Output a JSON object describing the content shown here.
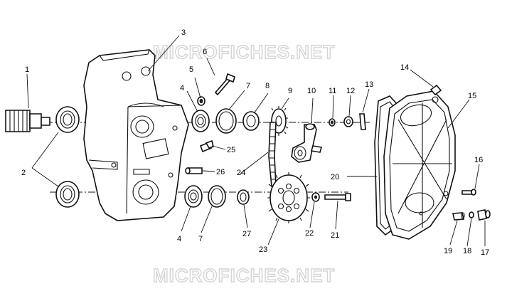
{
  "watermark": {
    "top": "MICROFICHES.NET",
    "bottom": "MICROFICHES.NET"
  },
  "callouts": [
    {
      "id": "c1",
      "label": "1"
    },
    {
      "id": "c2",
      "label": "2"
    },
    {
      "id": "c3",
      "label": "3"
    },
    {
      "id": "c4a",
      "label": "4"
    },
    {
      "id": "c4b",
      "label": "4"
    },
    {
      "id": "c5",
      "label": "5"
    },
    {
      "id": "c6",
      "label": "6"
    },
    {
      "id": "c7a",
      "label": "7"
    },
    {
      "id": "c7b",
      "label": "7"
    },
    {
      "id": "c8",
      "label": "8"
    },
    {
      "id": "c9",
      "label": "9"
    },
    {
      "id": "c10",
      "label": "10"
    },
    {
      "id": "c11",
      "label": "11"
    },
    {
      "id": "c12",
      "label": "12"
    },
    {
      "id": "c13",
      "label": "13"
    },
    {
      "id": "c14",
      "label": "14"
    },
    {
      "id": "c15",
      "label": "15"
    },
    {
      "id": "c16",
      "label": "16"
    },
    {
      "id": "c17",
      "label": "17"
    },
    {
      "id": "c18",
      "label": "18"
    },
    {
      "id": "c19",
      "label": "19"
    },
    {
      "id": "c20",
      "label": "20"
    },
    {
      "id": "c21",
      "label": "21"
    },
    {
      "id": "c22",
      "label": "22"
    },
    {
      "id": "c23",
      "label": "23"
    },
    {
      "id": "c24",
      "label": "24"
    },
    {
      "id": "c25",
      "label": "25"
    },
    {
      "id": "c26",
      "label": "26"
    },
    {
      "id": "c27",
      "label": "27"
    }
  ]
}
